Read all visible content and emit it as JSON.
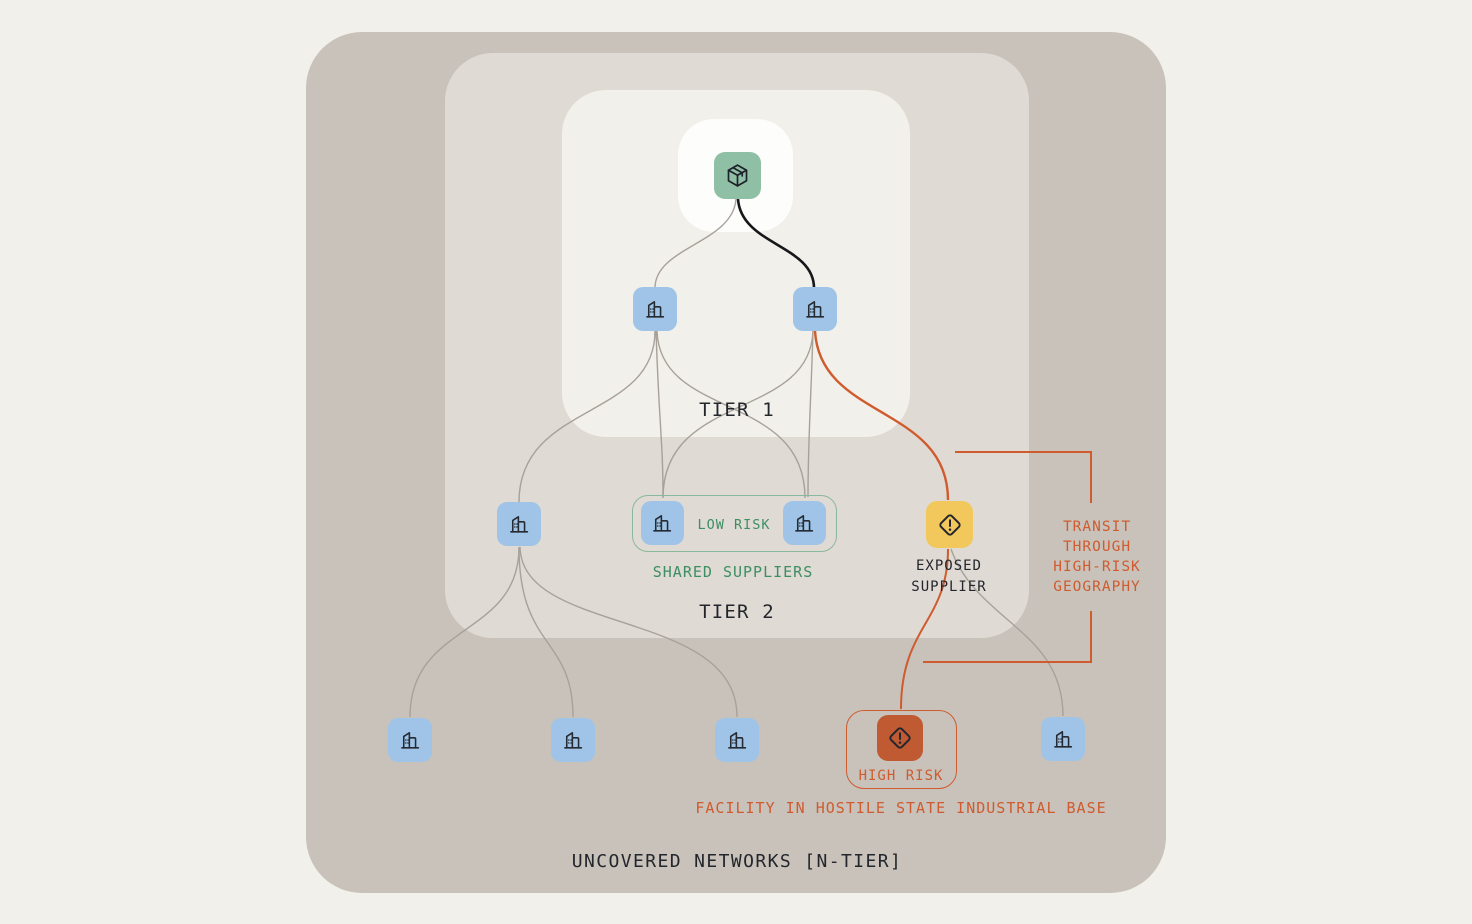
{
  "labels": {
    "tier1": "TIER 1",
    "tier2": "TIER 2",
    "uncovered": "UNCOVERED NETWORKS [N-TIER]"
  },
  "shared_suppliers": {
    "badge": "LOW RISK",
    "caption": "SHARED SUPPLIERS"
  },
  "exposed_supplier": {
    "caption_line1": "EXPOSED",
    "caption_line2": "SUPPLIER"
  },
  "high_risk_facility": {
    "badge": "HIGH RISK",
    "caption": "FACILITY IN HOSTILE STATE INDUSTRIAL BASE"
  },
  "transit_annotation": {
    "line1": "TRANSIT",
    "line2": "THROUGH",
    "line3": "HIGH-RISK",
    "line4": "GEOGRAPHY"
  },
  "icons": {
    "root": "package-icon",
    "supplier": "building-icon",
    "warning": "warning-diamond-icon"
  },
  "colors": {
    "page_bg": "#f2f0ea",
    "outer_bg": "#c9c2ba",
    "tier2_bg": "#dfdad3",
    "tier1_bg": "#f2f0ea",
    "root_card_bg": "#fdfdfb",
    "node_blue": "#9fc4e8",
    "node_green": "#8fbfa4",
    "node_yellow": "#f2c75c",
    "node_orange": "#bf5a33",
    "accent_orange": "#cf5b2e",
    "accent_green": "#3d8f63",
    "edge_gray": "#a8a19a",
    "edge_black": "#17181c",
    "text_dark": "#23262c"
  }
}
